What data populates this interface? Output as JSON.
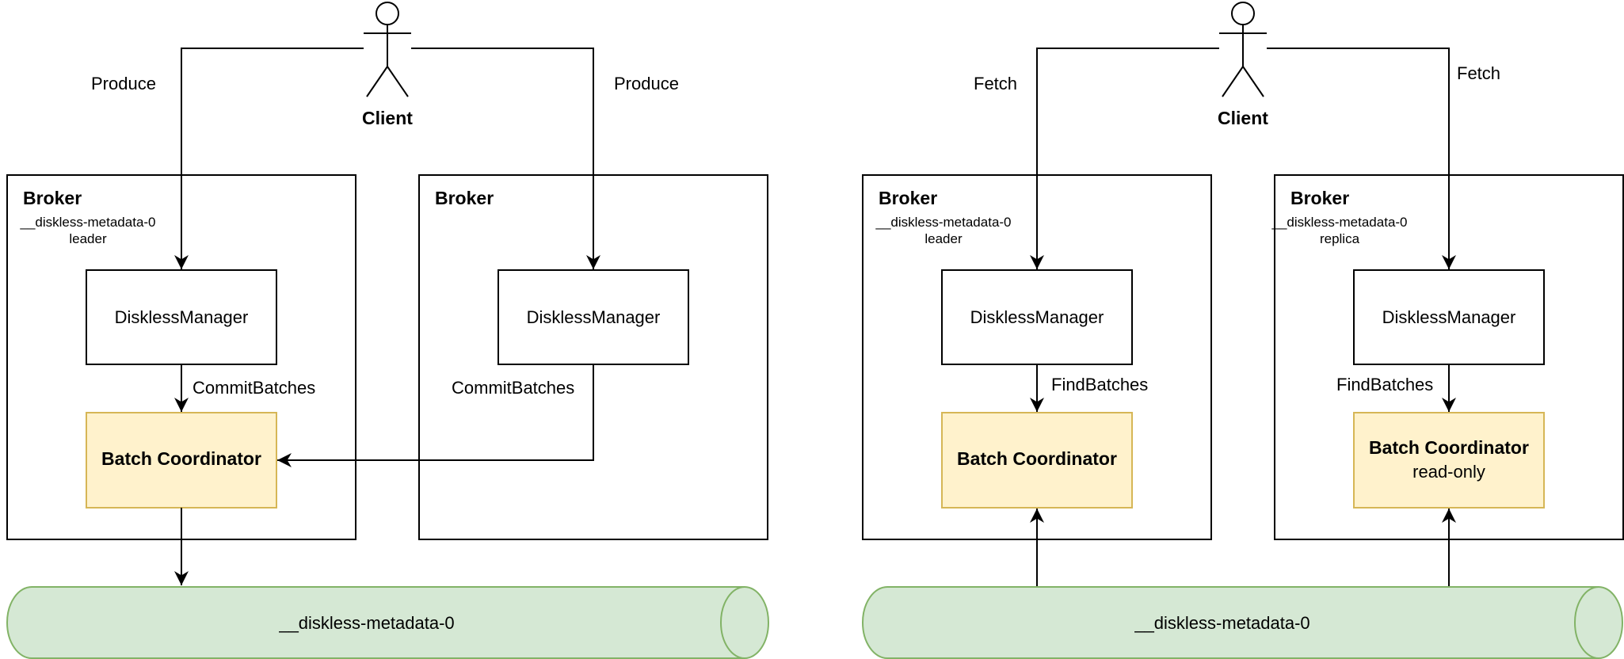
{
  "left": {
    "client": {
      "label": "Client"
    },
    "edge_labels": {
      "produce_left": "Produce",
      "produce_right": "Produce",
      "commit_left": "CommitBatches",
      "commit_right": "CommitBatches"
    },
    "broker_a": {
      "title": "Broker",
      "partition": "__diskless-metadata-0",
      "role": "leader",
      "manager": "DisklessManager",
      "coordinator": "Batch Coordinator"
    },
    "broker_b": {
      "title": "Broker",
      "manager": "DisklessManager"
    },
    "topic": "__diskless-metadata-0"
  },
  "right": {
    "client": {
      "label": "Client"
    },
    "edge_labels": {
      "fetch_left": "Fetch",
      "fetch_right": "Fetch",
      "find_left": "FindBatches",
      "find_right": "FindBatches"
    },
    "broker_a": {
      "title": "Broker",
      "partition": "__diskless-metadata-0",
      "role": "leader",
      "manager": "DisklessManager",
      "coordinator": "Batch Coordinator"
    },
    "broker_b": {
      "title": "Broker",
      "partition": "__diskless-metadata-0",
      "role": "replica",
      "manager": "DisklessManager",
      "coordinator": "Batch Coordinator",
      "coordinator_mode": "read-only"
    },
    "topic": "__diskless-metadata-0"
  },
  "colors": {
    "coordinator_fill": "#fff2cc",
    "coordinator_stroke": "#d6b656",
    "topic_fill": "#d5e8d4",
    "topic_stroke": "#82b366"
  }
}
